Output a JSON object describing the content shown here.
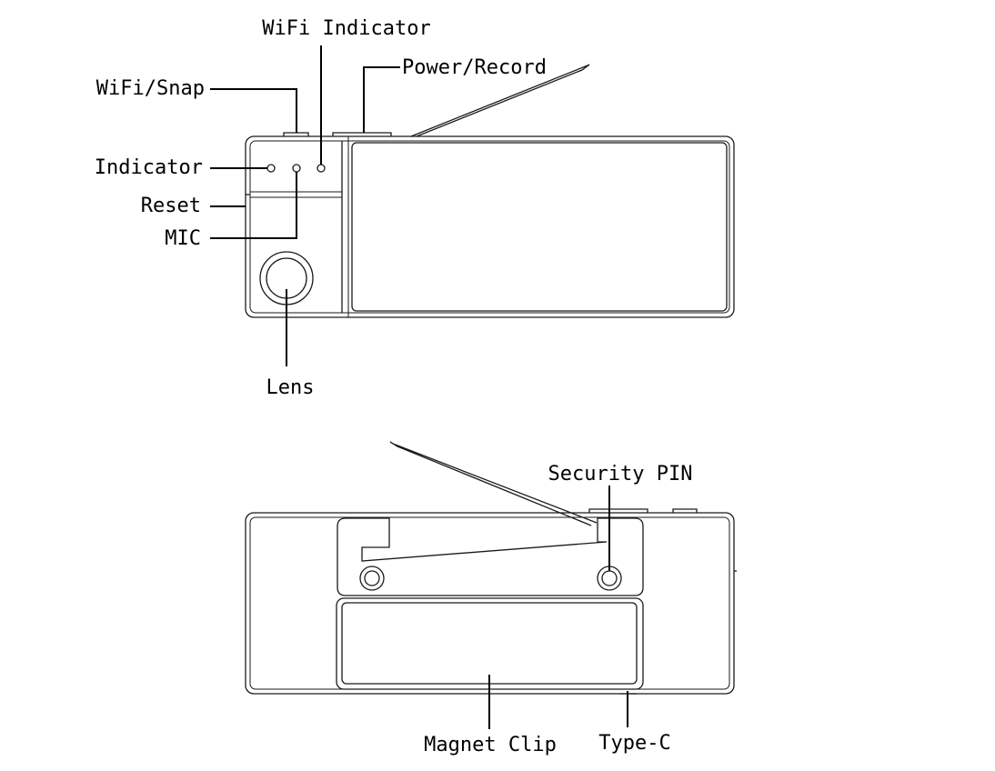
{
  "front_view": {
    "labels": {
      "wifi_indicator": "WiFi Indicator",
      "wifi_snap": "WiFi/Snap",
      "power_record": "Power/Record",
      "indicator": "Indicator",
      "reset": "Reset",
      "mic": "MIC",
      "lens": "Lens"
    }
  },
  "back_view": {
    "labels": {
      "security_pin": "Security PIN",
      "magnet_clip": "Magnet Clip",
      "type_c": "Type-C"
    }
  }
}
